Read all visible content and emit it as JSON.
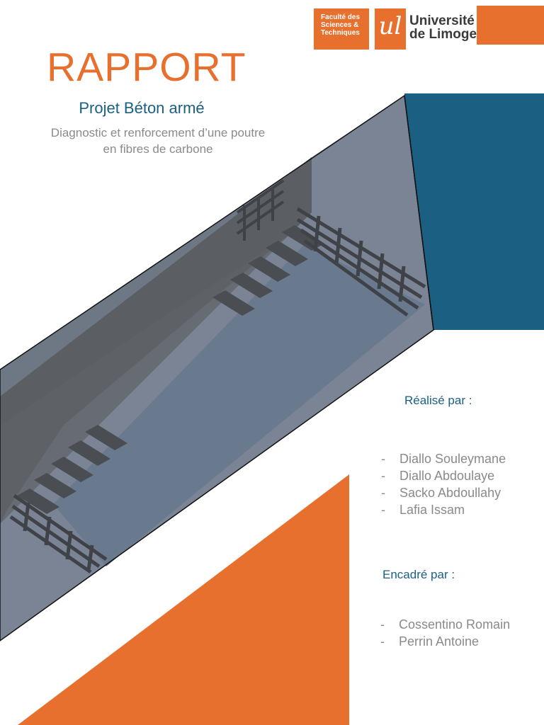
{
  "header": {
    "faculty_logo_text": "Faculté des Sciences & Techniques",
    "university_monogram": "ul",
    "university_name_line1": "Université",
    "university_name_line2": "de Limoges"
  },
  "cover": {
    "title": "RAPPORT",
    "subtitle": "Projet Béton armé",
    "description_line1": "Diagnostic et renforcement d’une poutre",
    "description_line2": "en fibres de carbone"
  },
  "authors": {
    "label": "Réalisé par :",
    "names": [
      "Diallo Souleymane",
      "Diallo Abdoulaye",
      "Sacko Abdoullahy",
      "Lafia Issam"
    ]
  },
  "supervisors": {
    "label": "Encadré par :",
    "names": [
      "Cossentino Romain",
      "Perrin Antoine"
    ]
  },
  "colors": {
    "accent_orange": "#e8702f",
    "accent_blue": "#1a5f85",
    "text_gray": "#8a8a8a"
  }
}
